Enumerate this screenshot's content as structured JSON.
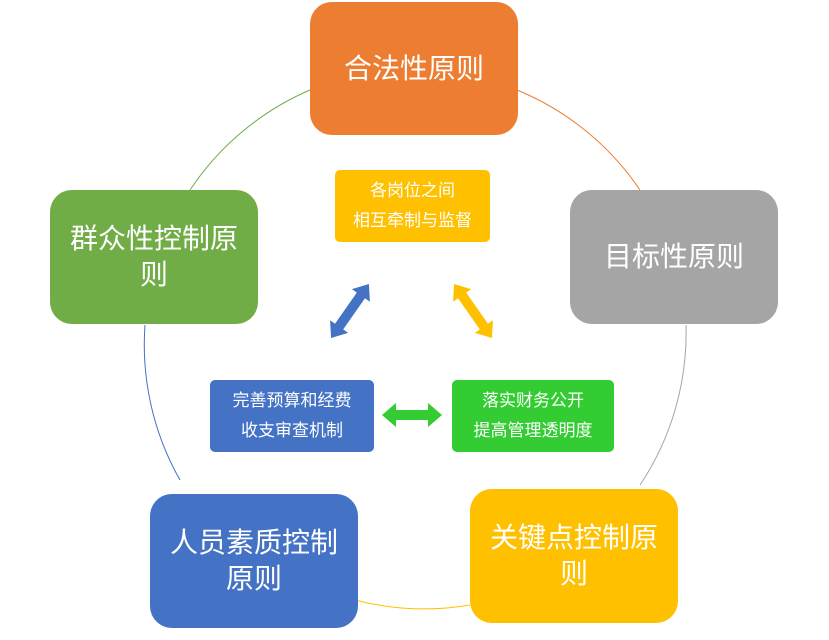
{
  "outer": {
    "top": {
      "label": "合法性原则",
      "color": "#ED7D31"
    },
    "right": {
      "label": "目标性原则",
      "color": "#A5A5A5"
    },
    "bottom_right": {
      "label": "关键点控制原则",
      "color": "#FFC000"
    },
    "bottom_left": {
      "label": "人员素质控制原则",
      "color": "#4472C4"
    },
    "left": {
      "label": "群众性控制原则",
      "color": "#70AD47"
    }
  },
  "inner": {
    "top": {
      "line1": "各岗位之间",
      "line2": "相互牵制与监督",
      "color": "#FFC000"
    },
    "left": {
      "line1": "完善预算和经费",
      "line2": "收支审查机制",
      "color": "#4472C4"
    },
    "right": {
      "line1": "落实财务公开",
      "line2": "提高管理透明度",
      "color": "#33CC33"
    }
  },
  "arrows": {
    "blue": "#4472C4",
    "gold": "#FFC000",
    "green": "#33CC33"
  }
}
